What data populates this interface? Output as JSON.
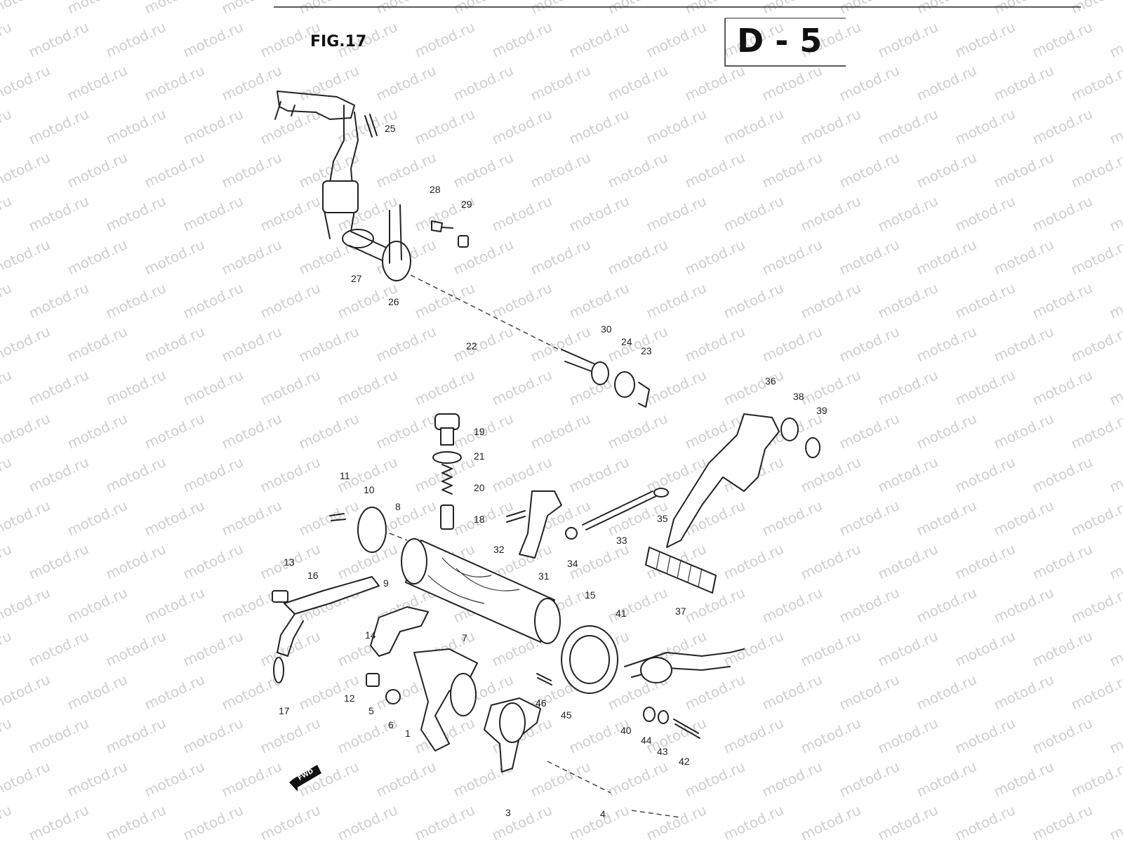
{
  "figure_label": "FIG.17",
  "page_code": "D - 5",
  "watermark_text": "motod.ru",
  "direction_marker": "FWD",
  "callouts": [
    {
      "n": "25"
    },
    {
      "n": "28"
    },
    {
      "n": "29"
    },
    {
      "n": "27"
    },
    {
      "n": "26"
    },
    {
      "n": "22"
    },
    {
      "n": "30"
    },
    {
      "n": "24"
    },
    {
      "n": "23"
    },
    {
      "n": "36"
    },
    {
      "n": "38"
    },
    {
      "n": "39"
    },
    {
      "n": "19"
    },
    {
      "n": "21"
    },
    {
      "n": "20"
    },
    {
      "n": "18"
    },
    {
      "n": "11"
    },
    {
      "n": "10"
    },
    {
      "n": "8"
    },
    {
      "n": "32"
    },
    {
      "n": "31"
    },
    {
      "n": "34"
    },
    {
      "n": "33"
    },
    {
      "n": "35"
    },
    {
      "n": "13"
    },
    {
      "n": "16"
    },
    {
      "n": "9"
    },
    {
      "n": "15"
    },
    {
      "n": "41"
    },
    {
      "n": "37"
    },
    {
      "n": "14"
    },
    {
      "n": "7"
    },
    {
      "n": "46"
    },
    {
      "n": "45"
    },
    {
      "n": "12"
    },
    {
      "n": "5"
    },
    {
      "n": "6"
    },
    {
      "n": "1"
    },
    {
      "n": "17"
    },
    {
      "n": "40"
    },
    {
      "n": "44"
    },
    {
      "n": "43"
    },
    {
      "n": "42"
    },
    {
      "n": "3"
    },
    {
      "n": "4"
    }
  ]
}
